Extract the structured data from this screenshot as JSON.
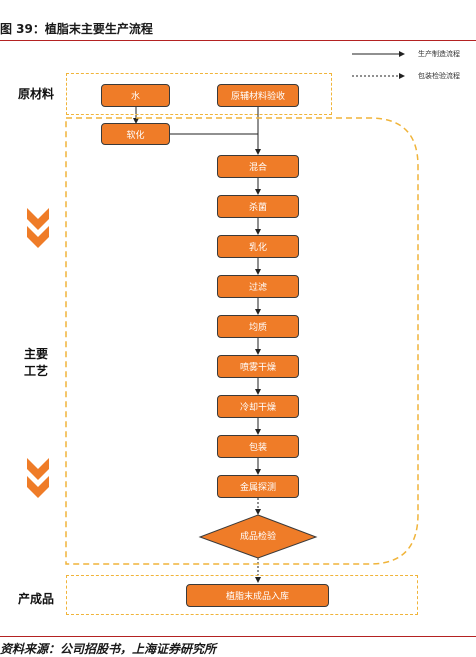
{
  "title": "图 39：植脂末主要生产流程",
  "source": "资料来源：公司招股书，上海证券研究所",
  "legend": {
    "solid_label": "生产制造流程",
    "dashed_label": "包装检验流程"
  },
  "sections": {
    "raw": "原材料",
    "process_line1": "主要",
    "process_line2": "工艺",
    "product": "产成品"
  },
  "nodes": {
    "water": "水",
    "raw_check": "原辅材料验收",
    "soften": "软化",
    "mix": "混合",
    "sterilize": "杀菌",
    "emulsify": "乳化",
    "filter": "过滤",
    "homogenize": "均质",
    "spray_dry": "喷雾干燥",
    "cool_dry": "冷却干燥",
    "pack": "包装",
    "metal_detect": "金属探测",
    "inspect": "成品检验",
    "warehouse": "植脂末成品入库"
  },
  "colors": {
    "box_fill": "#ef7c28",
    "region_border": "#f0b43a",
    "chevron": "#ef7c28",
    "rule": "#b42222"
  }
}
